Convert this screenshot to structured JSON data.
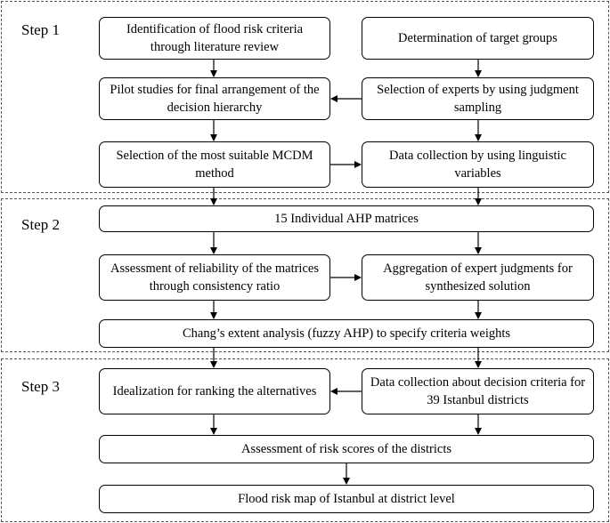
{
  "steps": {
    "step1": "Step 1",
    "step2": "Step 2",
    "step3": "Step 3"
  },
  "boxes": {
    "identification": "Identification of flood risk criteria through literature review",
    "target_groups": "Determination of target groups",
    "pilot_studies": "Pilot studies for final arrangement of the decision hierarchy",
    "selection_experts": "Selection of experts by using judgment sampling",
    "selection_method": "Selection of the most suitable MCDM method",
    "data_collection_linguistic": "Data collection by using linguistic variables",
    "individual_matrices": "15 Individual AHP matrices",
    "reliability": "Assessment of reliability of the matrices through consistency ratio",
    "aggregation": "Aggregation of expert judgments for synthesized solution",
    "chang": "Chang’s extent analysis (fuzzy AHP) to specify criteria weights",
    "idealization": "Idealization for ranking the alternatives",
    "data_collection_districts": "Data collection about decision criteria for 39 Istanbul districts",
    "risk_scores": "Assessment of risk scores of the districts",
    "risk_map": "Flood risk map of Istanbul at district level"
  }
}
